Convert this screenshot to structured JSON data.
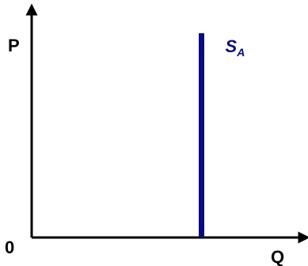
{
  "chart_data": {
    "type": "line",
    "title": "",
    "xlabel": "Q",
    "ylabel": "P",
    "origin_label": "0",
    "xlim": [
      0,
      100
    ],
    "ylim": [
      0,
      100
    ],
    "grid": false,
    "axis_color": "#000000",
    "series": [
      {
        "label_main": "S",
        "label_sub": "A",
        "color": "#0b0b80",
        "x": [
          65,
          65
        ],
        "y": [
          0,
          100
        ]
      }
    ]
  }
}
